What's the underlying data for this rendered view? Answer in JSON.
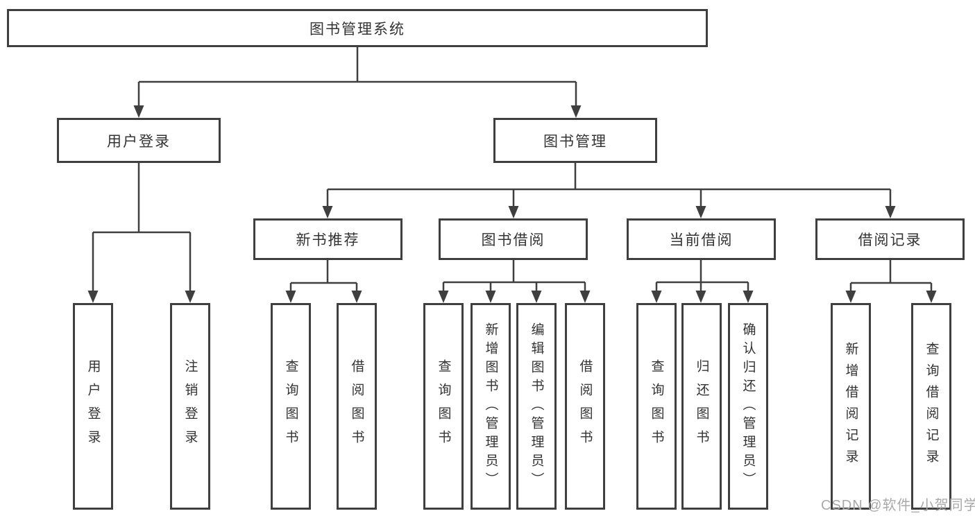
{
  "diagram": {
    "background_color": "#ffffff",
    "line_color": "#3f3f3f",
    "text_color": "#333333",
    "watermark_color": "#a9a9a9",
    "watermark": "CSDN @软件_小贺同学",
    "nodes": {
      "root": {
        "label": "图书管理系统"
      },
      "user_login": {
        "label": "用户登录"
      },
      "book_mgmt": {
        "label": "图书管理"
      },
      "new_book_rec": {
        "label": "新书推荐"
      },
      "book_borrow": {
        "label": "图书借阅"
      },
      "current_borrow": {
        "label": "当前借阅"
      },
      "borrow_record": {
        "label": "借阅记录"
      },
      "leaf_user_login": {
        "label": "用户登录"
      },
      "leaf_logout": {
        "label": "注销登录"
      },
      "leaf_nbr_query": {
        "label": "查询图书"
      },
      "leaf_nbr_borrow": {
        "label": "借阅图书"
      },
      "leaf_bb_query": {
        "label": "查询图书"
      },
      "leaf_bb_add": {
        "label": "新增图书（管理员）"
      },
      "leaf_bb_edit": {
        "label": "编辑图书（管理员）"
      },
      "leaf_bb_borrow": {
        "label": "借阅图书"
      },
      "leaf_cb_query": {
        "label": "查询图书"
      },
      "leaf_cb_return": {
        "label": "归还图书"
      },
      "leaf_cb_confirm": {
        "label": "确认归还（管理员）"
      },
      "leaf_br_add": {
        "label": "新增借阅记录"
      },
      "leaf_br_query": {
        "label": "查询借阅记录"
      }
    }
  }
}
